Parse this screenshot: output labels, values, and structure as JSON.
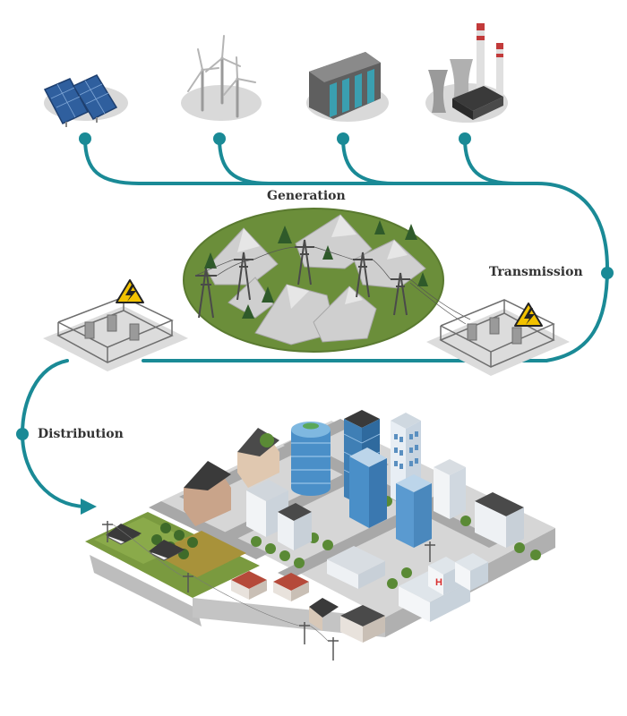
{
  "stages": {
    "generation": "Generation",
    "transmission": "Transmission",
    "distribution": "Distribution"
  },
  "generation_sources": [
    {
      "icon": "solar-panels-icon"
    },
    {
      "icon": "wind-turbines-icon"
    },
    {
      "icon": "hydro-dam-icon"
    },
    {
      "icon": "thermal-power-plant-icon"
    }
  ],
  "colors": {
    "flow_line": "#1a8a96",
    "ground": "#d9d9d9",
    "grass": "#6b8e3a",
    "warning": "#f2c200",
    "hospital_cross": "#d93030"
  },
  "icons": {
    "warning": "high-voltage-warning-icon",
    "hospital": "hospital-icon"
  },
  "hospital_letter": "H"
}
